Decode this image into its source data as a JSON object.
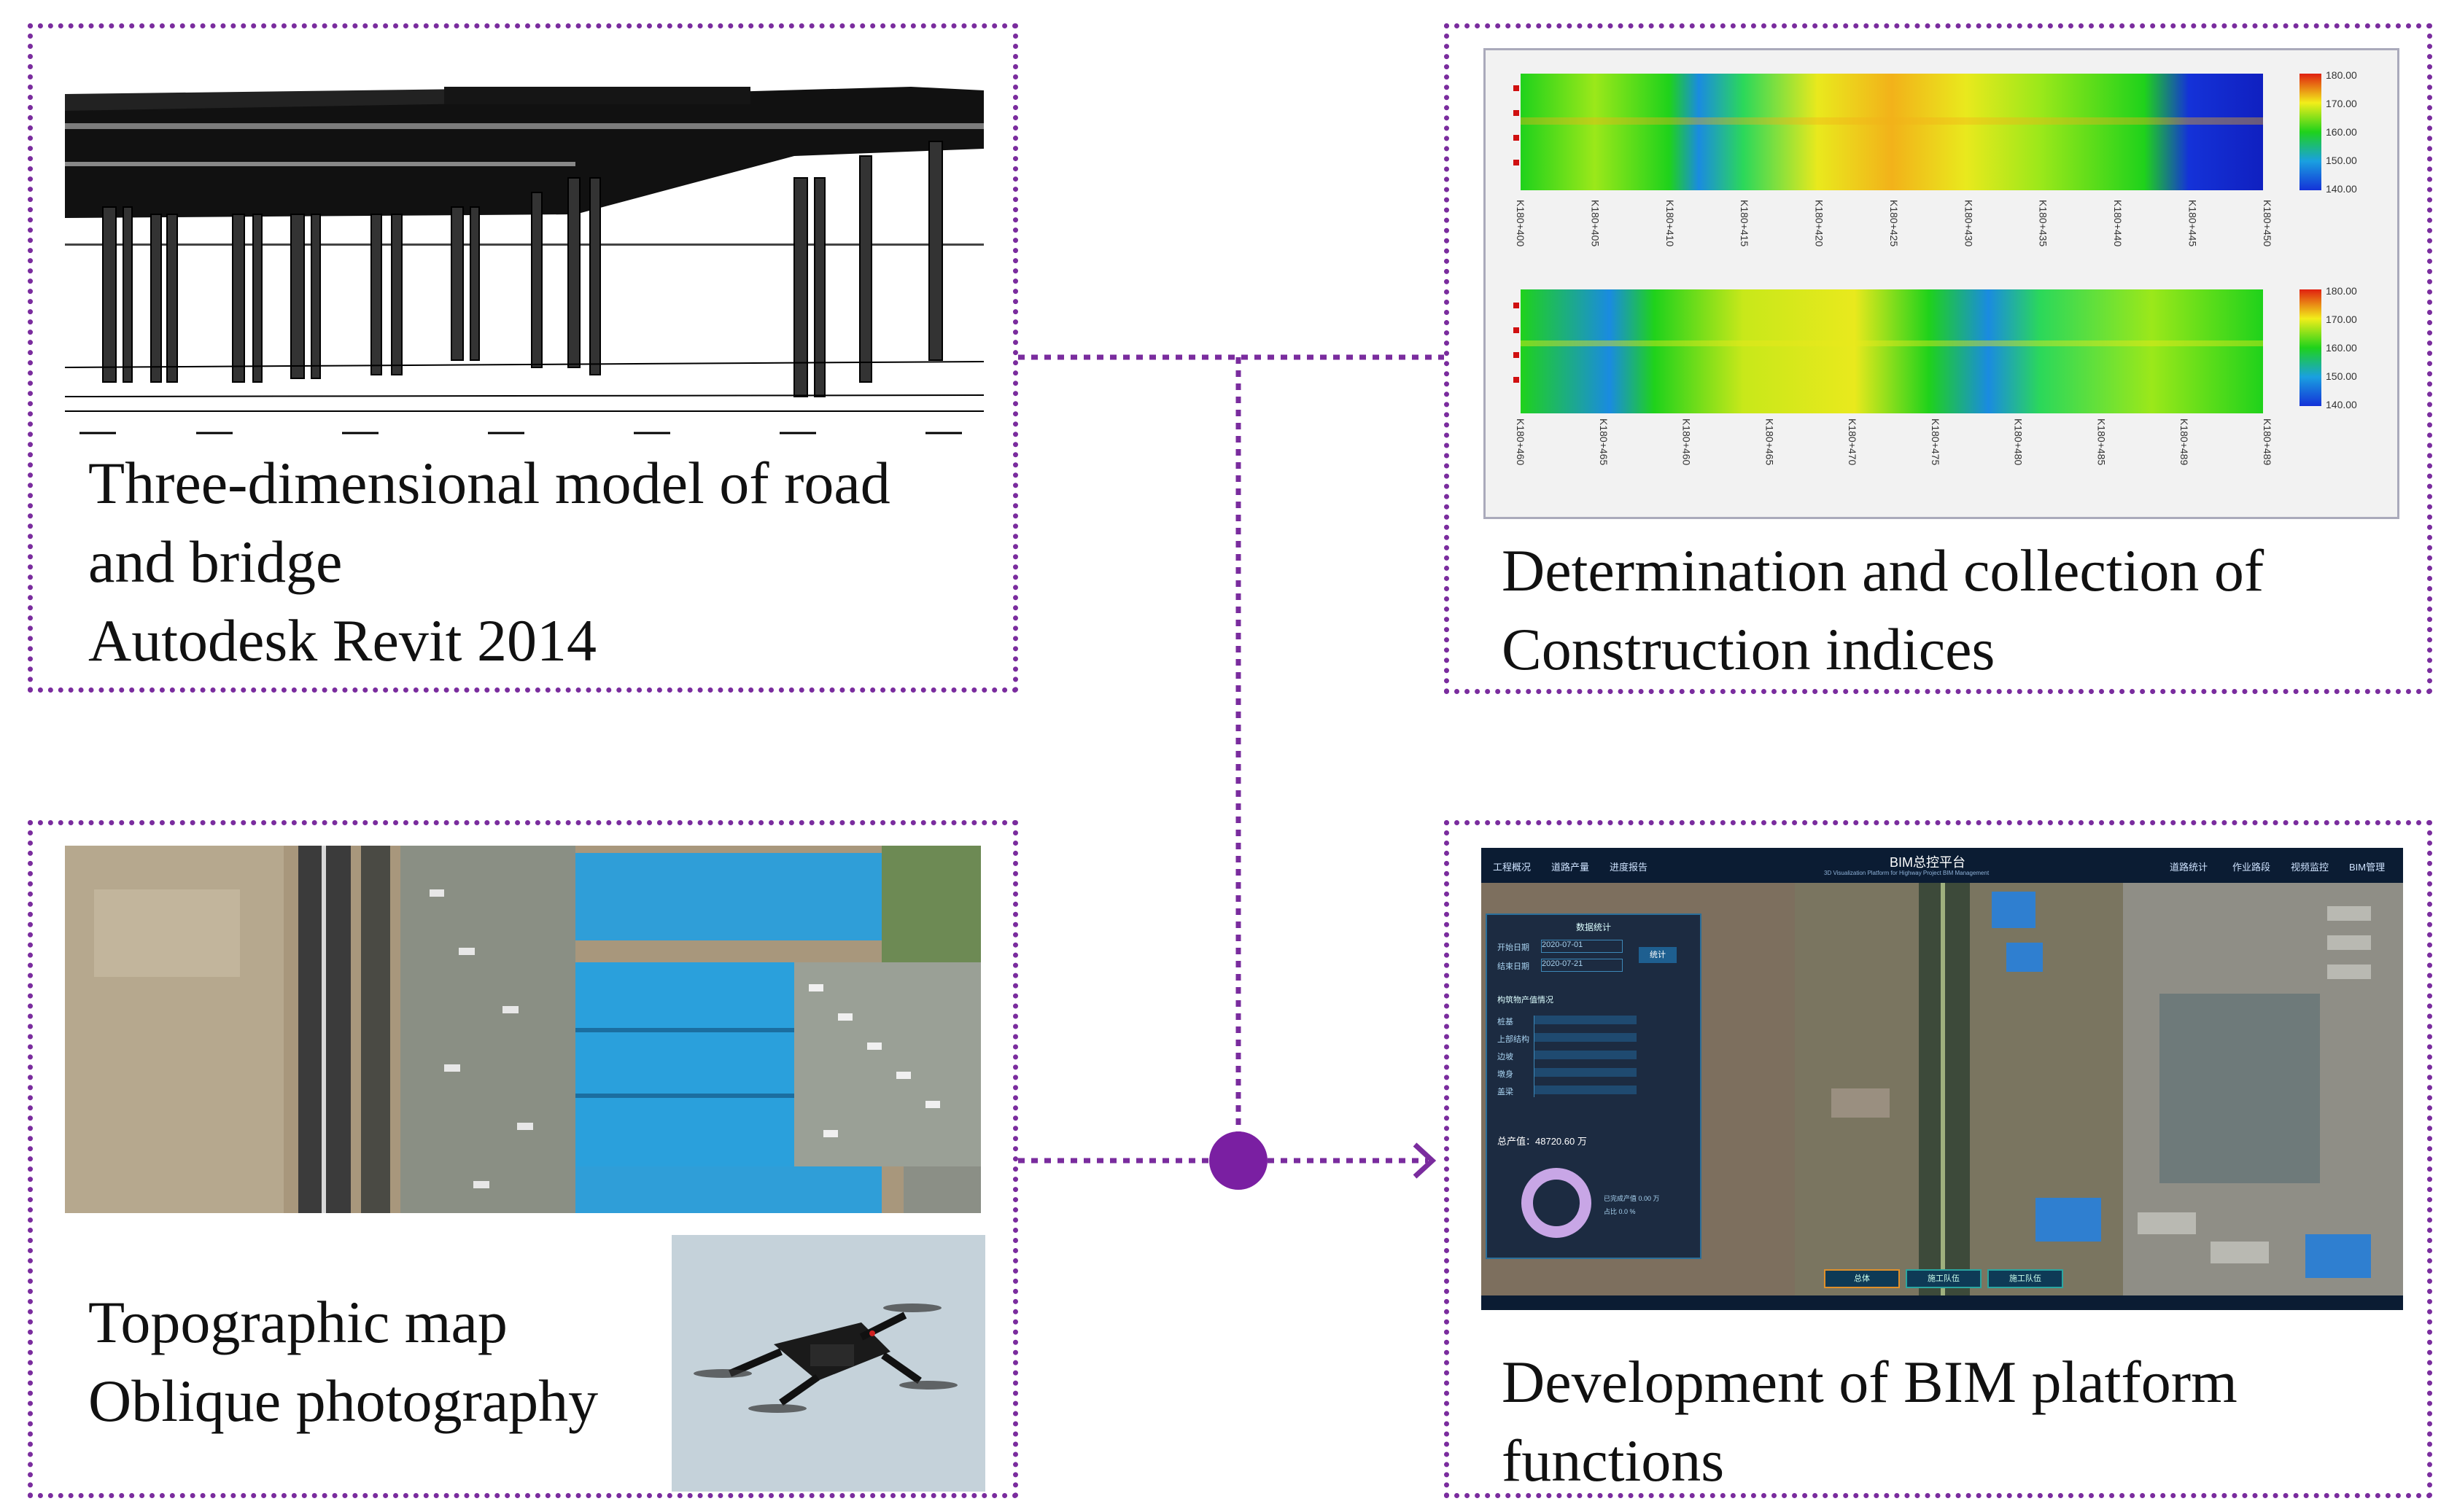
{
  "panels": {
    "road_model": {
      "lines": [
        "Three-dimensional model of road",
        "and bridge",
        "Autodesk Revit 2014"
      ]
    },
    "construction_indices": {
      "lines": [
        "Determination and collection of",
        "Construction indices"
      ],
      "heatmap_top": {
        "ticks": [
          "K180+400",
          "K180+405",
          "K180+410",
          "K180+415",
          "K180+420",
          "K180+425",
          "K180+430",
          "K180+435",
          "K180+440",
          "K180+445",
          "K180+450"
        ],
        "legend": [
          "180.00",
          "170.00",
          "160.00",
          "150.00",
          "140.00"
        ]
      },
      "heatmap_bottom": {
        "ticks": [
          "K180+460",
          "K180+465",
          "K180+460",
          "K180+465",
          "K180+470",
          "K180+475",
          "K180+480",
          "K180+485",
          "K180+489",
          "K180+489"
        ],
        "legend": [
          "180.00",
          "170.00",
          "160.00",
          "150.00",
          "140.00"
        ]
      }
    },
    "topographic": {
      "lines": [
        "Topographic map",
        "Oblique photography"
      ]
    },
    "bim_platform": {
      "lines": [
        "Development of BIM platform",
        "functions"
      ],
      "screen": {
        "title": "BIM总控平台",
        "subtitle": "3D Visualization Platform for Highway Project BIM Management",
        "nav_left": [
          "工程概况",
          "道路产量",
          "进度报告"
        ],
        "nav_right": [
          "道路统计",
          "作业路段",
          "视频监控",
          "BIM管理"
        ],
        "stats_title": "数据统计",
        "date_labels": [
          "开始日期",
          "结束日期"
        ],
        "date_values": [
          "2020-07-01",
          "2020-07-21"
        ],
        "stats_button": "统计",
        "section_title": "构筑物产值情况",
        "rows": [
          "桩基",
          "上部结构",
          "边坡",
          "墩身",
          "盖梁"
        ],
        "total": "总产值：48720.60 万",
        "legend": [
          "已完成产值 0.00 万",
          "占比 0.0 %"
        ],
        "bottom_buttons": [
          "总体",
          "施工队伍",
          "施工队伍"
        ]
      }
    }
  },
  "colors": {
    "border": "#7a2c9e",
    "node": "#7a1fa2",
    "bim_bg": "#0b1c33",
    "heat_green": "#1fd21b",
    "heat_yellow": "#f2ee1a",
    "heat_blue": "#1432d8",
    "roof_blue": "#2f9ed8"
  }
}
